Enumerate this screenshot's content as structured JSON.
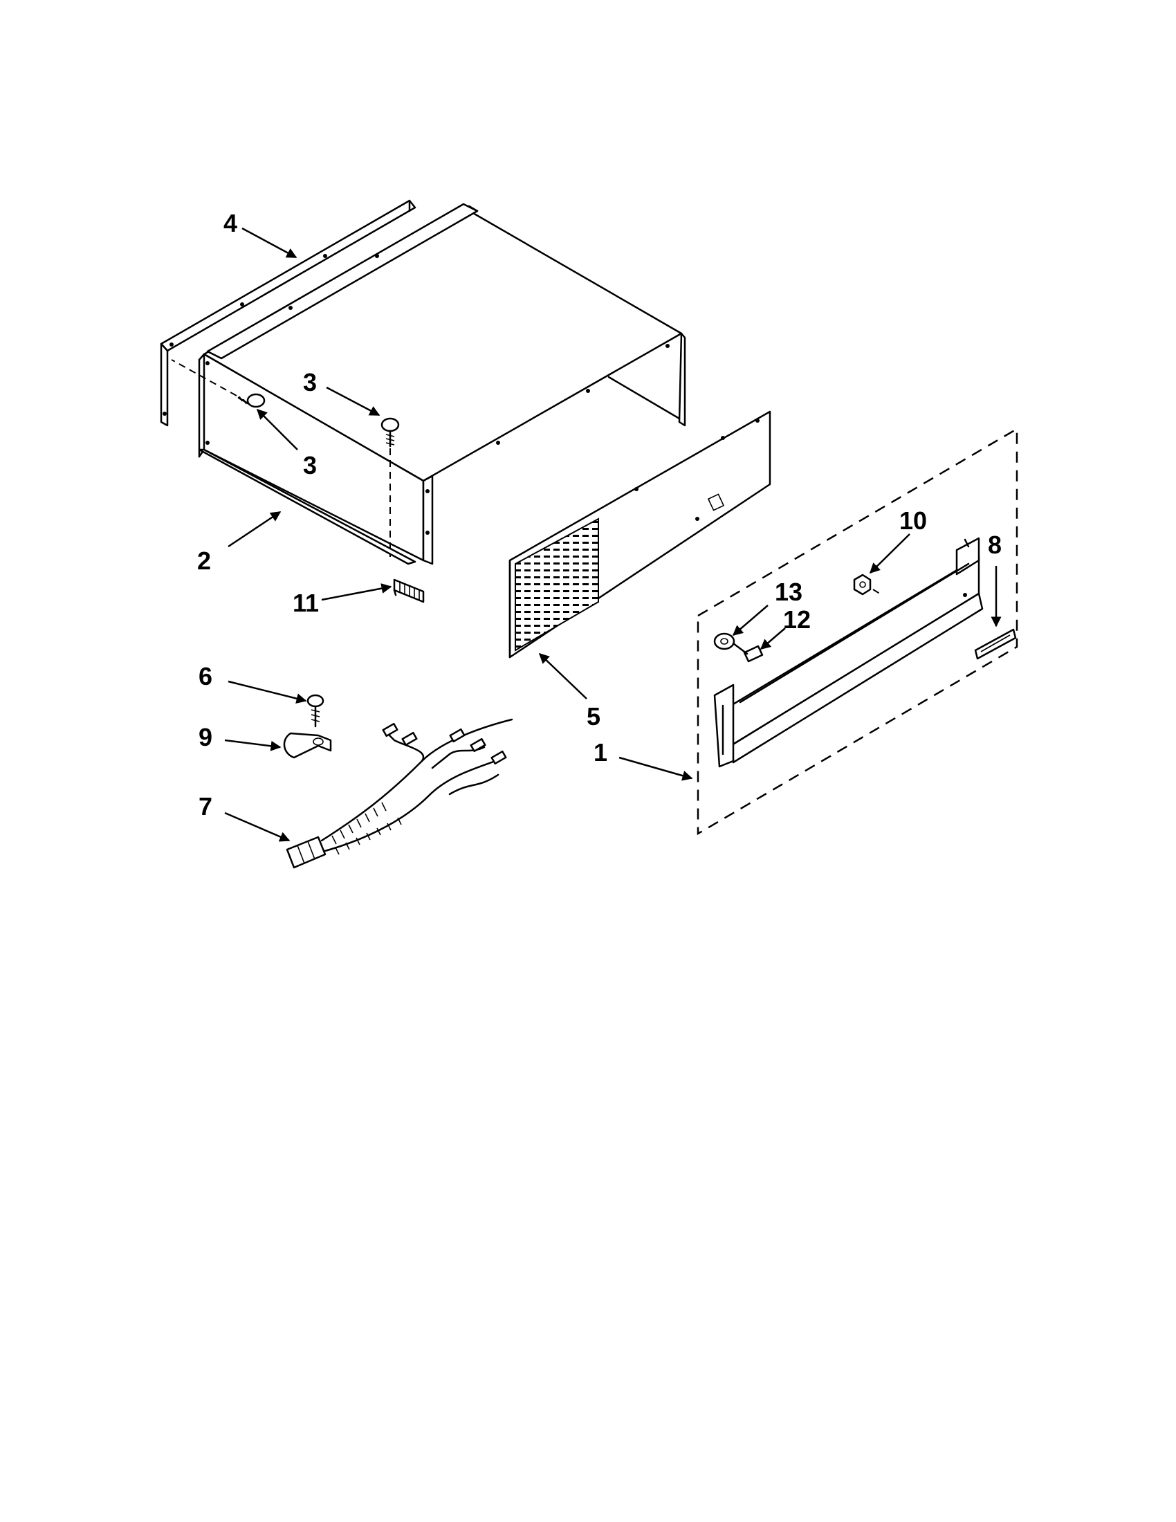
{
  "callouts": [
    {
      "id": "c4",
      "text": "4"
    },
    {
      "id": "c3a",
      "text": "3"
    },
    {
      "id": "c3b",
      "text": "3"
    },
    {
      "id": "c2",
      "text": "2"
    },
    {
      "id": "c11",
      "text": "11"
    },
    {
      "id": "c6",
      "text": "6"
    },
    {
      "id": "c9",
      "text": "9"
    },
    {
      "id": "c7",
      "text": "7"
    },
    {
      "id": "c5",
      "text": "5"
    },
    {
      "id": "c10",
      "text": "10"
    },
    {
      "id": "c8",
      "text": "8"
    },
    {
      "id": "c13",
      "text": "13"
    },
    {
      "id": "c12",
      "text": "12"
    },
    {
      "id": "c1",
      "text": "1"
    }
  ]
}
